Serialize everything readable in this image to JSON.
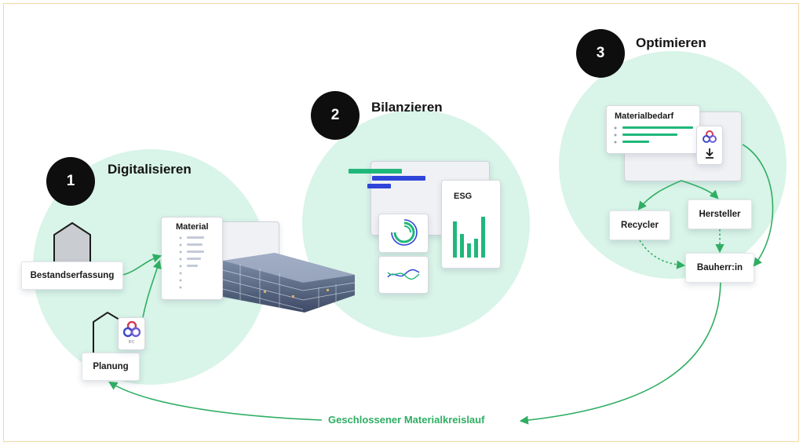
{
  "steps": [
    {
      "number": "1",
      "title": "Digitalisieren"
    },
    {
      "number": "2",
      "title": "Bilanzieren"
    },
    {
      "number": "3",
      "title": "Optimieren"
    }
  ],
  "step1": {
    "existing_label": "Bestandserfassung",
    "planning_label": "Planung",
    "material_card_title": "Material",
    "ifc_badge": "IFC"
  },
  "step2": {
    "esg_title": "ESG"
  },
  "step3": {
    "demand_title": "Materialbedarf",
    "recycler_label": "Recycler",
    "manufacturer_label": "Hersteller",
    "client_label": "Bauherr:in"
  },
  "loop_label": "Geschlossener Materialkreislauf",
  "colors": {
    "accent_green": "#2fae63",
    "bar_green": "#1fb87a",
    "accent_blue": "#2f45d8",
    "circle_fill": "#d9f4e8",
    "badge": "#0e0e0e",
    "frame_border": "#f3d9a4"
  }
}
